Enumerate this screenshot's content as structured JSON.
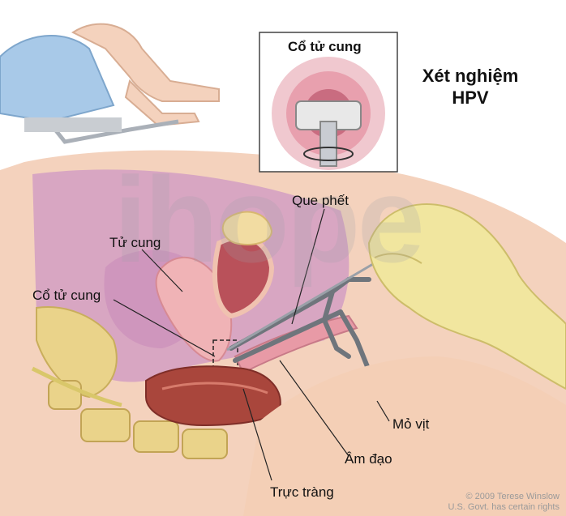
{
  "title": {
    "line1": "Xét nghiệm",
    "line2": "HPV"
  },
  "inset": {
    "title": "Cổ tử cung"
  },
  "labels": {
    "que_phet": "Que phết",
    "tu_cung": "Tử cung",
    "co_tu_cung": "Cổ tử cung",
    "mo_vit": "Mỏ vịt",
    "am_dao": "Âm đạo",
    "truc_trang": "Trực tràng"
  },
  "credit": {
    "line1": "© 2009 Terese Winslow",
    "line2": "U.S. Govt. has certain rights"
  },
  "watermark": "ihope",
  "colors": {
    "skin": "#f2c9b0",
    "tissue_pink": "#e9a7b0",
    "uterus": "#f0b6b8",
    "rectum": "#a8453a",
    "bone": "#e9d38a",
    "glove": "#f1e7a2",
    "speculum": "#8a9098"
  }
}
